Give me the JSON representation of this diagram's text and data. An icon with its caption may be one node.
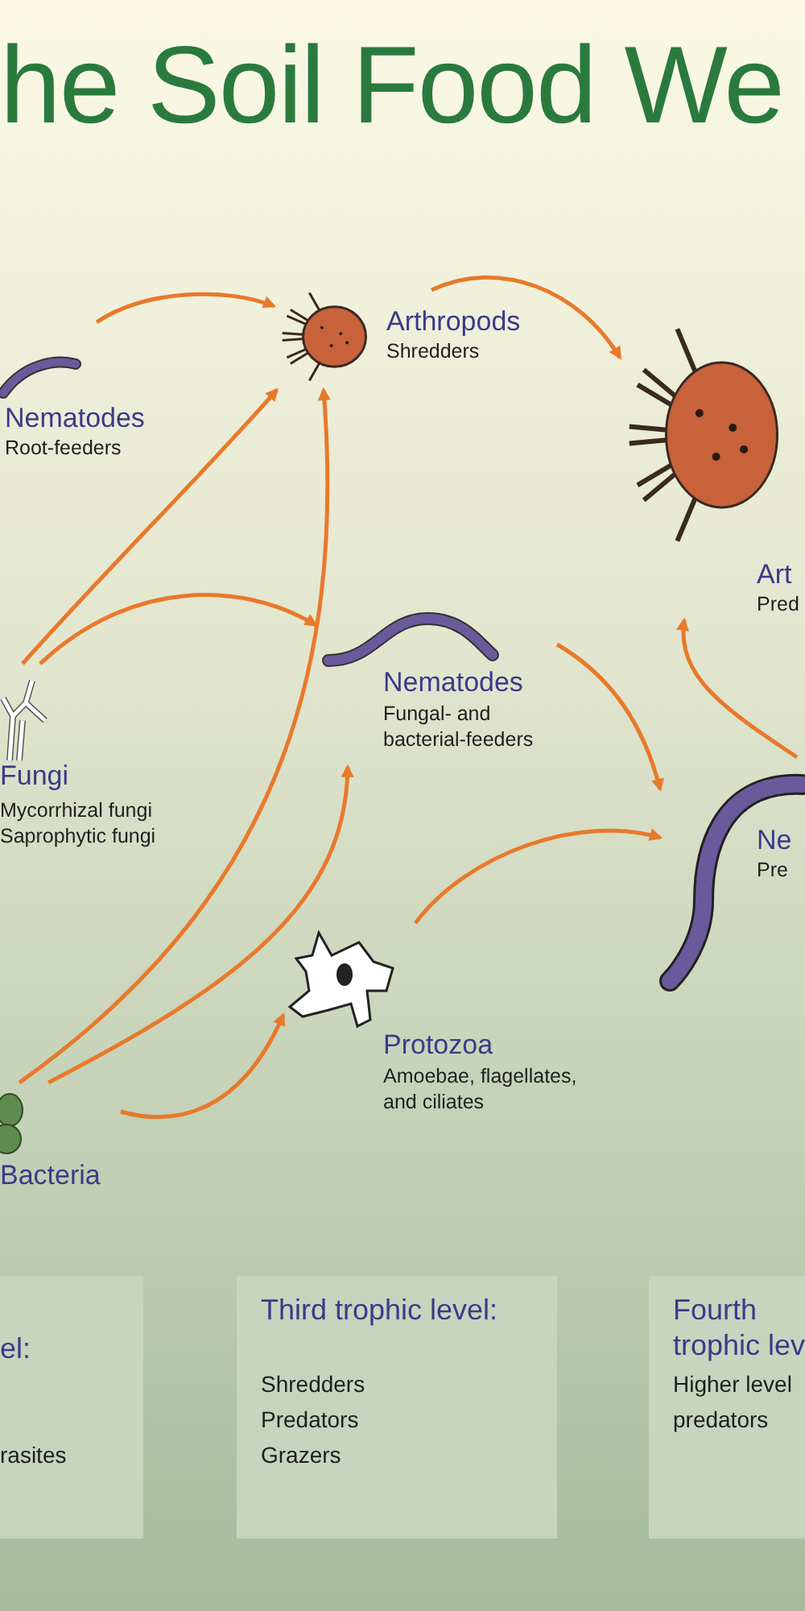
{
  "diagram": {
    "title": "he Soil Food We",
    "nodes": [
      {
        "text": [
          "Nematodes",
          "Root-feeders"
        ]
      },
      {
        "text": [
          "Arthropods",
          "Shredders"
        ]
      },
      {
        "text": [
          "Art",
          "Pred"
        ]
      },
      {
        "text": [
          "Fungi",
          "Mycorrhizal fungi Saprophytic fungi"
        ]
      },
      {
        "text": [
          "Nematodes",
          "Fungal- and bacterial-feeders"
        ]
      },
      {
        "text": [
          "Ne",
          "Pre"
        ]
      },
      {
        "text": [
          "Protozoa",
          "Amoebae, flagellates, and ciliates"
        ]
      },
      {
        "text": [
          "Bacteria"
        ]
      },
      {
        "text": [
          "el:",
          "rasites"
        ]
      },
      {
        "text": [
          "Third trophic level:",
          "Shredders",
          "Predators",
          "Grazers"
        ]
      },
      {
        "text": [
          "Fourth trophic lev",
          "Higher level predators"
        ]
      }
    ],
    "edges": [
      {
        "from": 0,
        "to": 1,
        "arrow": "to"
      },
      {
        "from": 1,
        "to": 2,
        "arrow": "to"
      },
      {
        "from": 3,
        "to": 1,
        "arrow": "to"
      },
      {
        "from": 3,
        "to": 4,
        "arrow": "to"
      },
      {
        "from": 7,
        "to": 1,
        "arrow": "to"
      },
      {
        "from": 7,
        "to": 4,
        "arrow": "to"
      },
      {
        "from": 7,
        "to": 6,
        "arrow": "to"
      },
      {
        "from": 4,
        "to": 5,
        "arrow": "to"
      },
      {
        "from": 6,
        "to": 5,
        "arrow": "to"
      },
      {
        "from": 5,
        "to": 2,
        "arrow": "to"
      }
    ]
  }
}
